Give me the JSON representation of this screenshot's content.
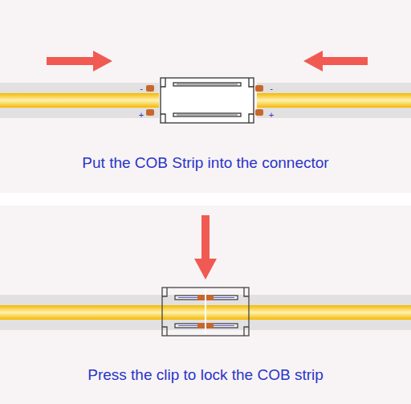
{
  "diagram": {
    "labels": [
      "-",
      "+",
      "-",
      "+",
      "Put the COB Strip into the connector",
      "Press the clip to lock the COB strip"
    ]
  }
}
